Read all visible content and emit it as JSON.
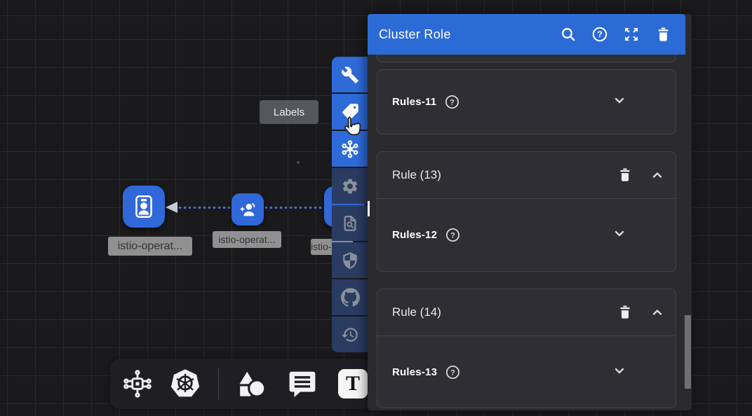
{
  "glyphs": {
    "help": "?",
    "text_tool": "T"
  },
  "colors": {
    "accent": "#2c6bd6",
    "node_blue": "#3068d9",
    "toolbar_active": "#2e6bd8",
    "toolbar_inactive": "#2b3c62",
    "canvas_bg": "#1a1a1c",
    "grid_line": "#29292c"
  },
  "panel": {
    "title": "Cluster Role",
    "header_icons": [
      "search",
      "help",
      "expand",
      "delete"
    ],
    "cards": [
      {
        "kind": "field",
        "label": "Rules-11"
      },
      {
        "kind": "rule",
        "title": "Rule (13)",
        "label": "Rules-12"
      },
      {
        "kind": "rule",
        "title": "Rule (14)",
        "label": "Rules-13"
      }
    ]
  },
  "tooltip": {
    "text": "Labels"
  },
  "nodes": [
    {
      "label": "istio-operat..."
    },
    {
      "label": "istio-operat..."
    },
    {
      "label": "istio-operat..."
    }
  ],
  "toolbar": {
    "items": [
      "tools",
      "labels",
      "relationships",
      "settings",
      "doc-search",
      "security",
      "github",
      "history"
    ]
  },
  "bottom_toolbar": {
    "items": [
      "components",
      "kubernetes",
      "shapes",
      "comment",
      "text"
    ]
  }
}
